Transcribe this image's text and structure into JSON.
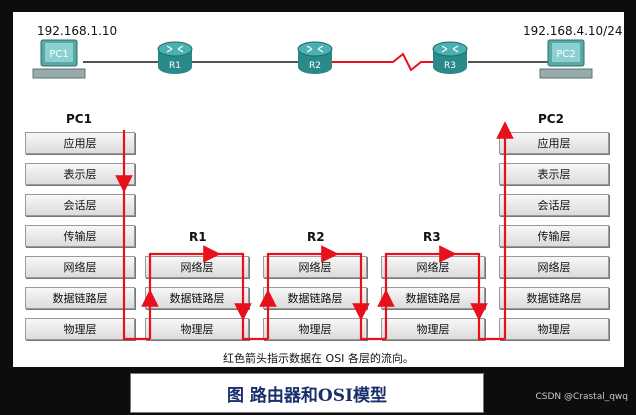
{
  "topology": {
    "pc1_ip": "192.168.1.10",
    "pc2_ip": "192.168.4.10/24",
    "pc1_label": "PC1",
    "pc2_label": "PC2",
    "r1_label": "R1",
    "r2_label": "R2",
    "r3_label": "R3"
  },
  "columns": {
    "pc1_title": "PC1",
    "pc2_title": "PC2",
    "r1_title": "R1",
    "r2_title": "R2",
    "r3_title": "R3"
  },
  "pc_layers": [
    "应用层",
    "表示层",
    "会话层",
    "传输层",
    "网络层",
    "数据链路层",
    "物理层"
  ],
  "router_layers": [
    "网络层",
    "数据链路层",
    "物理层"
  ],
  "caption": "红色箭头指示数据在 OSI 各层的流向。",
  "figure_title": "图 路由器和OSI模型",
  "watermark": "CSDN @Crastal_qwq",
  "colors": {
    "flow": "#e8101a",
    "router": "#2a8a8a",
    "link": "#1a1a1a",
    "wan": "#e8101a"
  }
}
